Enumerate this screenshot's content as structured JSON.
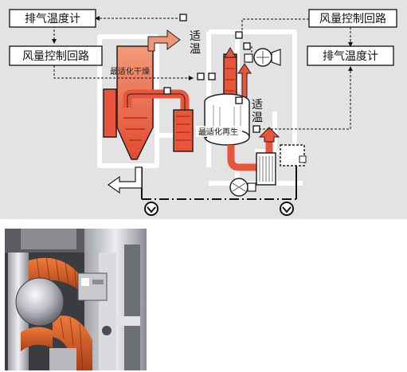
{
  "labels": {
    "exhaust_meter_left": "排气温度计",
    "airflow_control_left": "风量控制回路",
    "airflow_control_right": "风量控制回路",
    "exhaust_meter_right": "排气温度计",
    "optimal_temp_top": "适温",
    "optimal_temp_mid": "适温",
    "optimal_drying": "最适化干燥",
    "optimal_regen": "最适化再生"
  },
  "colors": {
    "panel_bg": "#e3e3e3",
    "duct_red": "#e8553b",
    "machine_line": "#ffffff",
    "dash_line": "#111111"
  }
}
